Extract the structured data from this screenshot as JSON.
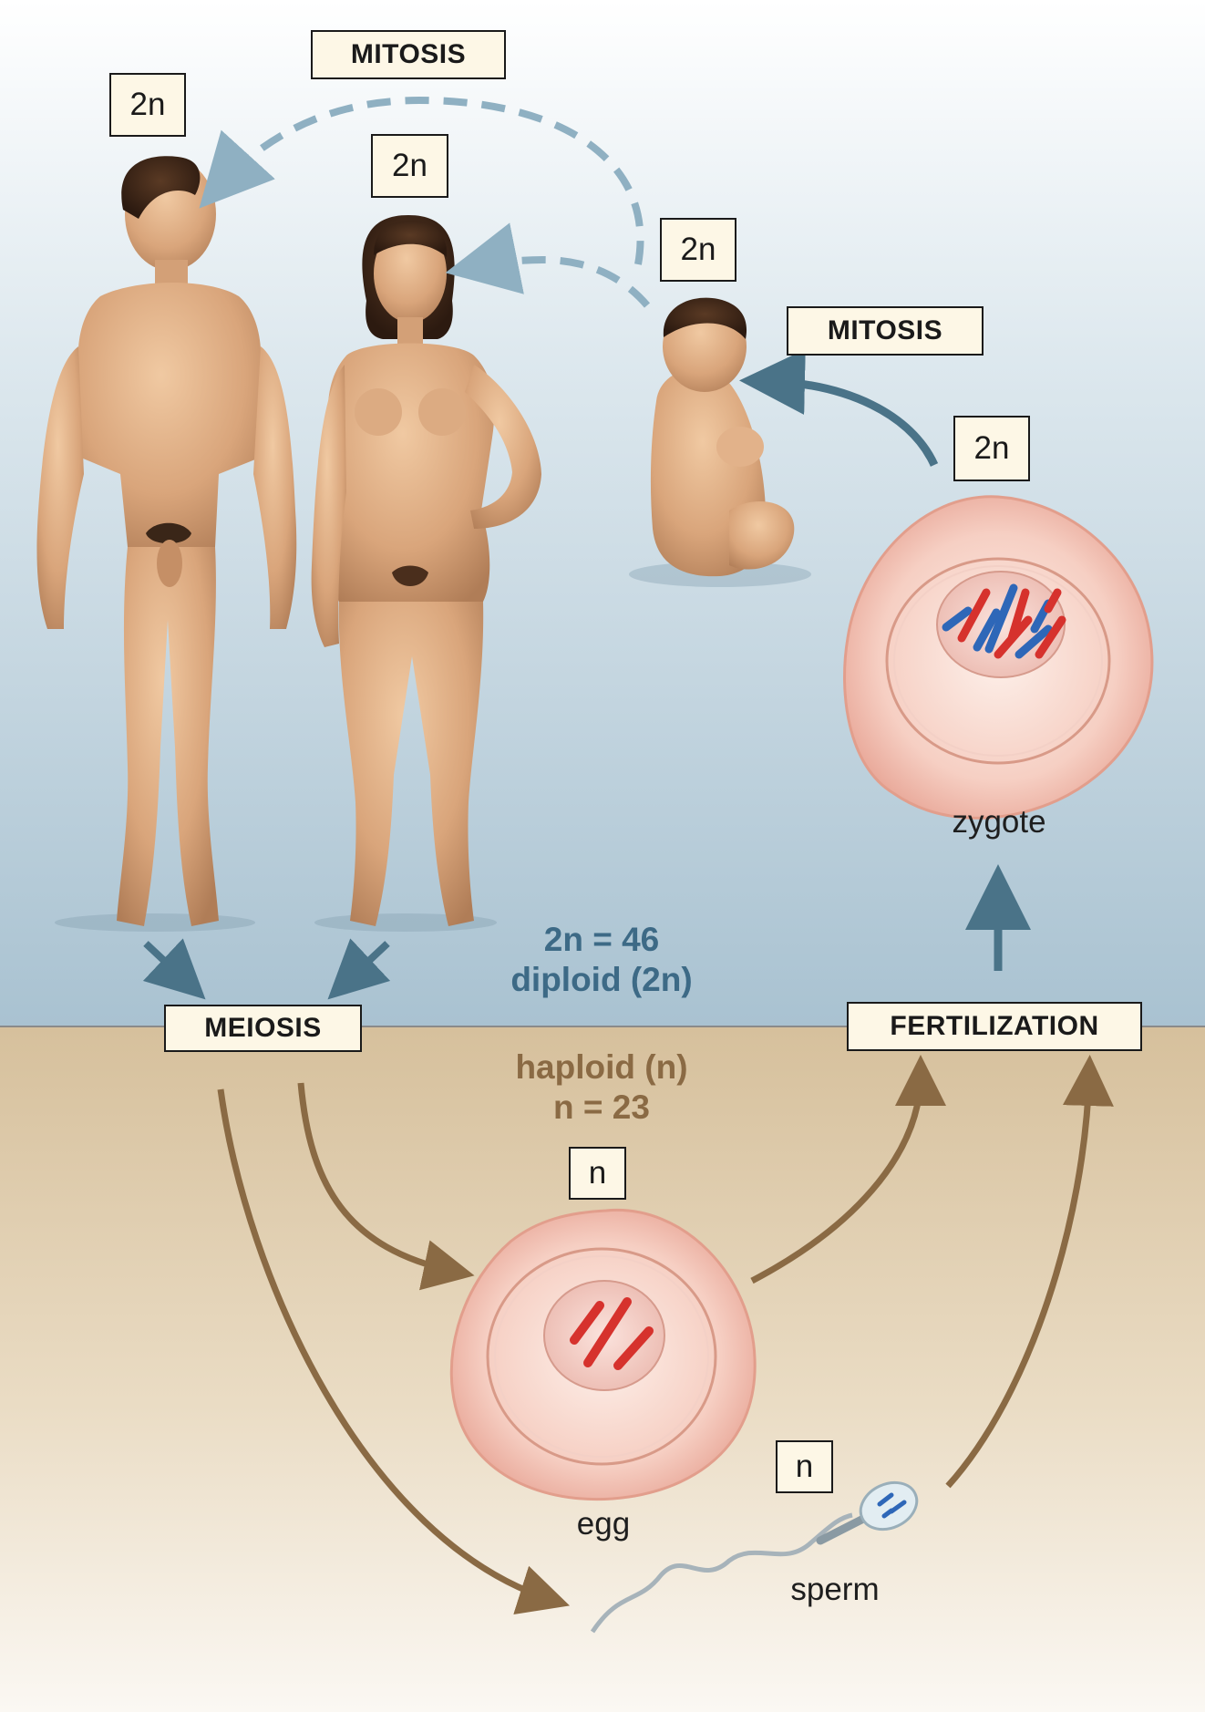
{
  "processes": {
    "mitosis_top": "MITOSIS",
    "mitosis_right": "MITOSIS",
    "meiosis": "MEIOSIS",
    "fertilization": "FERTILIZATION"
  },
  "ploidy_badges": {
    "man": "2n",
    "woman": "2n",
    "baby": "2n",
    "zygote": "2n",
    "egg": "n",
    "sperm": "n"
  },
  "cells": {
    "zygote": "zygote",
    "egg": "egg",
    "sperm": "sperm"
  },
  "diploid_info": {
    "line1": "2n = 46",
    "line2": "diploid (2n)"
  },
  "haploid_info": {
    "line1": "haploid (n)",
    "line2": "n = 23"
  },
  "colors": {
    "diploid_text": "#3d6a86",
    "haploid_text": "#8a6a44",
    "top_background": "#b7cedb",
    "bottom_background": "#d8c4a2",
    "dashed_arrow": "#8fb0c2",
    "solid_blue_arrow": "#4a7388",
    "brown_arrow": "#8a6a44",
    "chromosome_red": "#d6322d",
    "chromosome_blue": "#2e67b8"
  }
}
